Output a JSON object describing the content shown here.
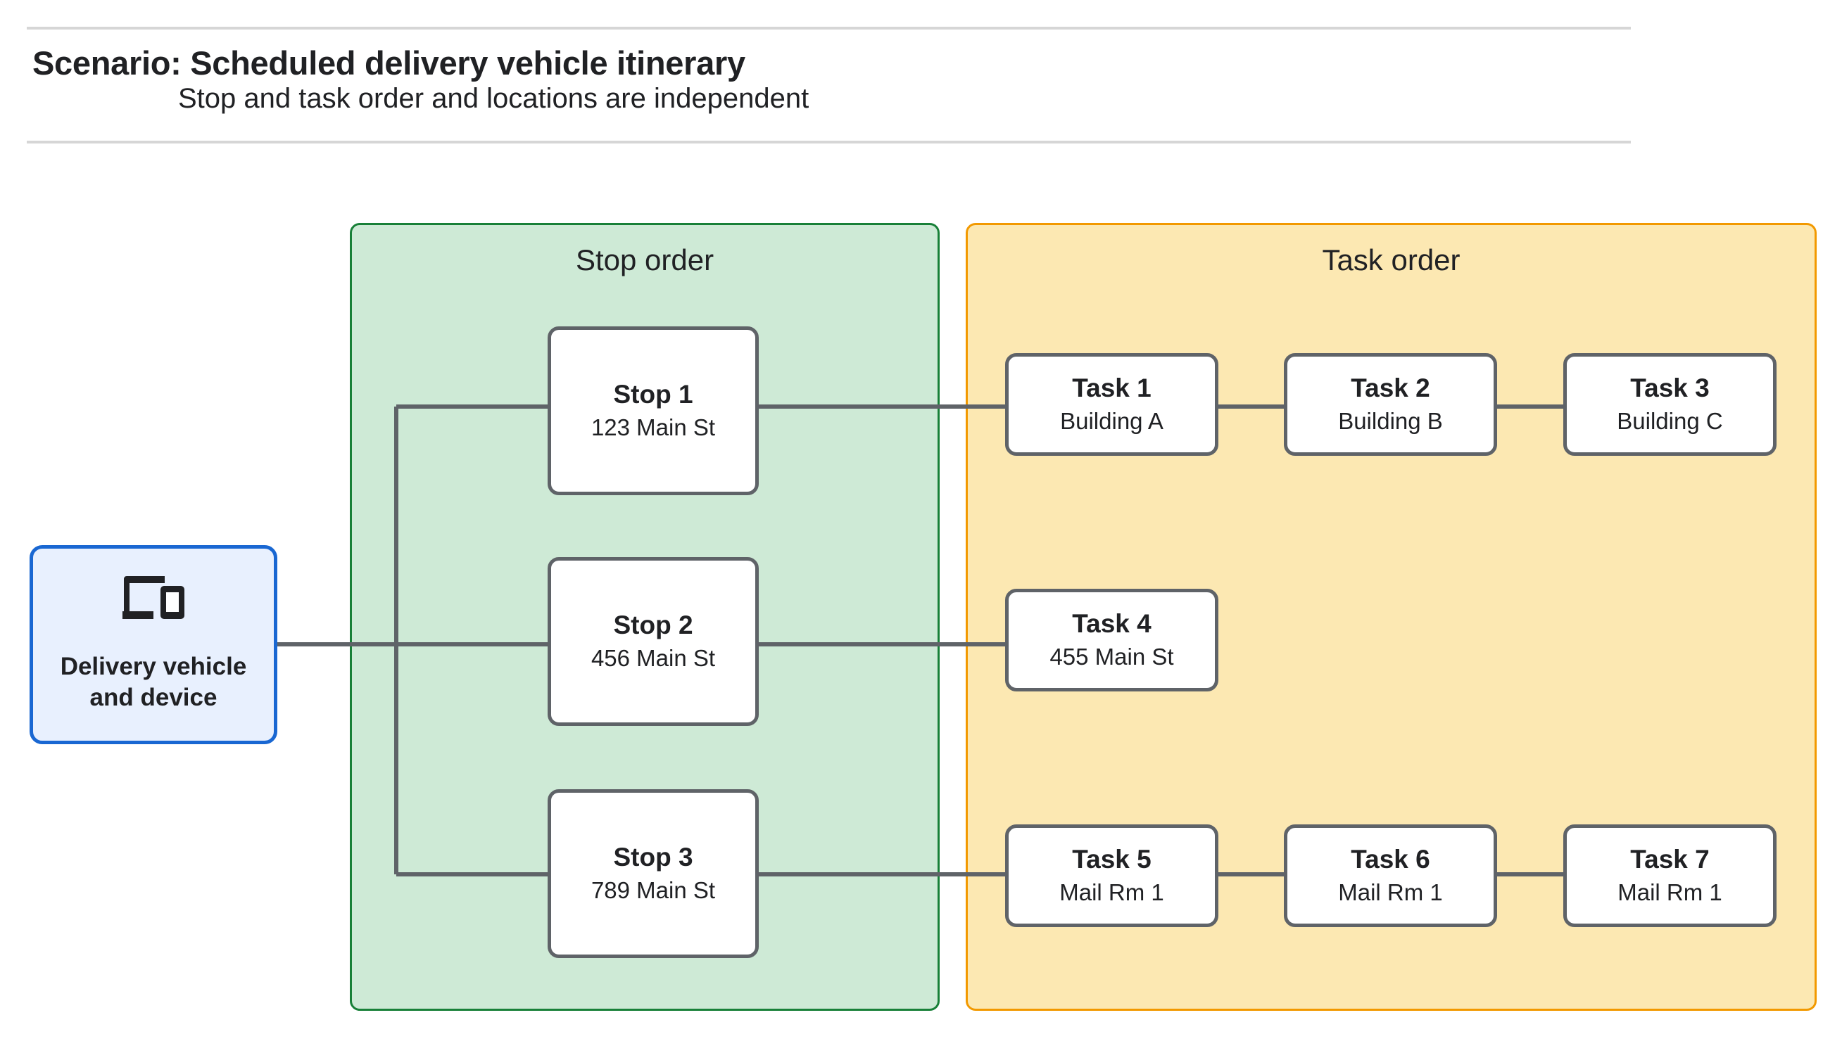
{
  "header": {
    "title": "Scenario: Scheduled delivery vehicle itinerary",
    "subtitle": "Stop and task order and locations are independent"
  },
  "vehicle": {
    "icon": "devices-icon",
    "label": "Delivery vehicle\nand device"
  },
  "stop_group": {
    "title": "Stop order",
    "stops": [
      {
        "title": "Stop 1",
        "location": "123 Main St"
      },
      {
        "title": "Stop 2",
        "location": "456 Main St"
      },
      {
        "title": "Stop 3",
        "location": "789 Main St"
      }
    ]
  },
  "task_group": {
    "title": "Task order",
    "tasks": [
      {
        "title": "Task 1",
        "location": "Building A"
      },
      {
        "title": "Task 2",
        "location": "Building B"
      },
      {
        "title": "Task 3",
        "location": "Building C"
      },
      {
        "title": "Task 4",
        "location": "455 Main St"
      },
      {
        "title": "Task 5",
        "location": "Mail Rm 1"
      },
      {
        "title": "Task 6",
        "location": "Mail Rm 1"
      },
      {
        "title": "Task 7",
        "location": "Mail Rm 1"
      }
    ]
  },
  "colors": {
    "stop_panel_fill": "#ceead6",
    "stop_panel_border": "#188038",
    "task_panel_fill": "#fce8b2",
    "task_panel_border": "#f29900",
    "vehicle_fill": "#e8f0fe",
    "vehicle_border": "#1967d2",
    "node_border": "#5f6368",
    "connector": "#5f6368",
    "rule": "#d6d6d6"
  }
}
